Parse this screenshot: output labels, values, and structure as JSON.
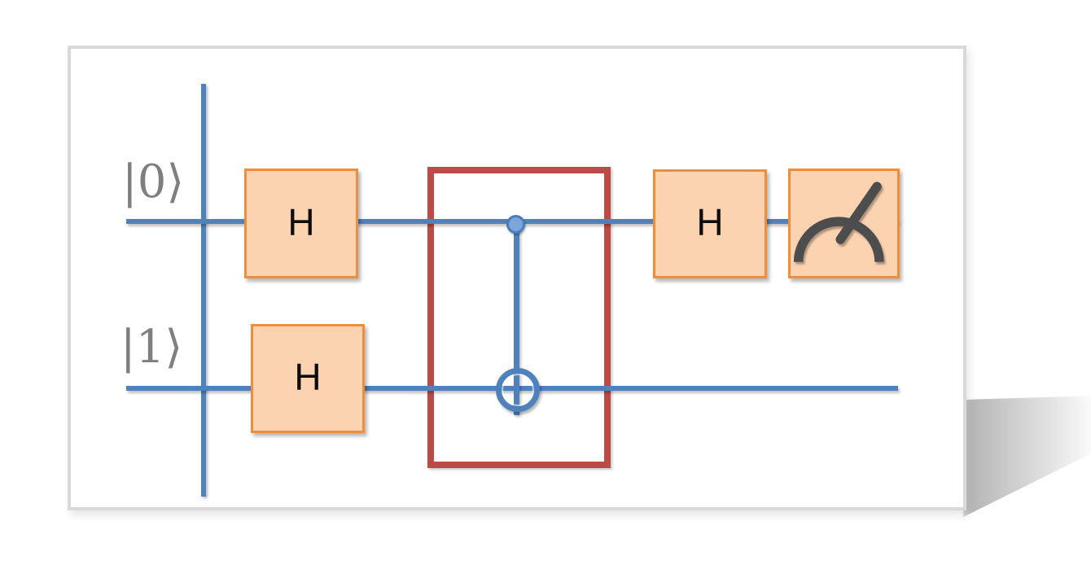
{
  "circuit": {
    "title": "quantum-circuit-diagram",
    "qubits": [
      {
        "label": "|0⟩"
      },
      {
        "label": "|1⟩"
      }
    ],
    "gates": {
      "h_top_first": "H",
      "h_bottom": "H",
      "h_top_second": "H"
    },
    "icons": {
      "measurement": "gauge-icon",
      "cnot_control": "filled-dot",
      "cnot_target": "circled-plus"
    },
    "colors": {
      "wire": "#4f81bd",
      "control_dot_fill": "#7ca5dc",
      "gate_fill": "#fcd3b1",
      "gate_border": "#ee8e3c",
      "highlight_box": "#bc4a47",
      "measure_glyph": "#4d4d4d",
      "qubit_label": "#7f7f7f",
      "panel_border": "#d9d9d9"
    }
  }
}
